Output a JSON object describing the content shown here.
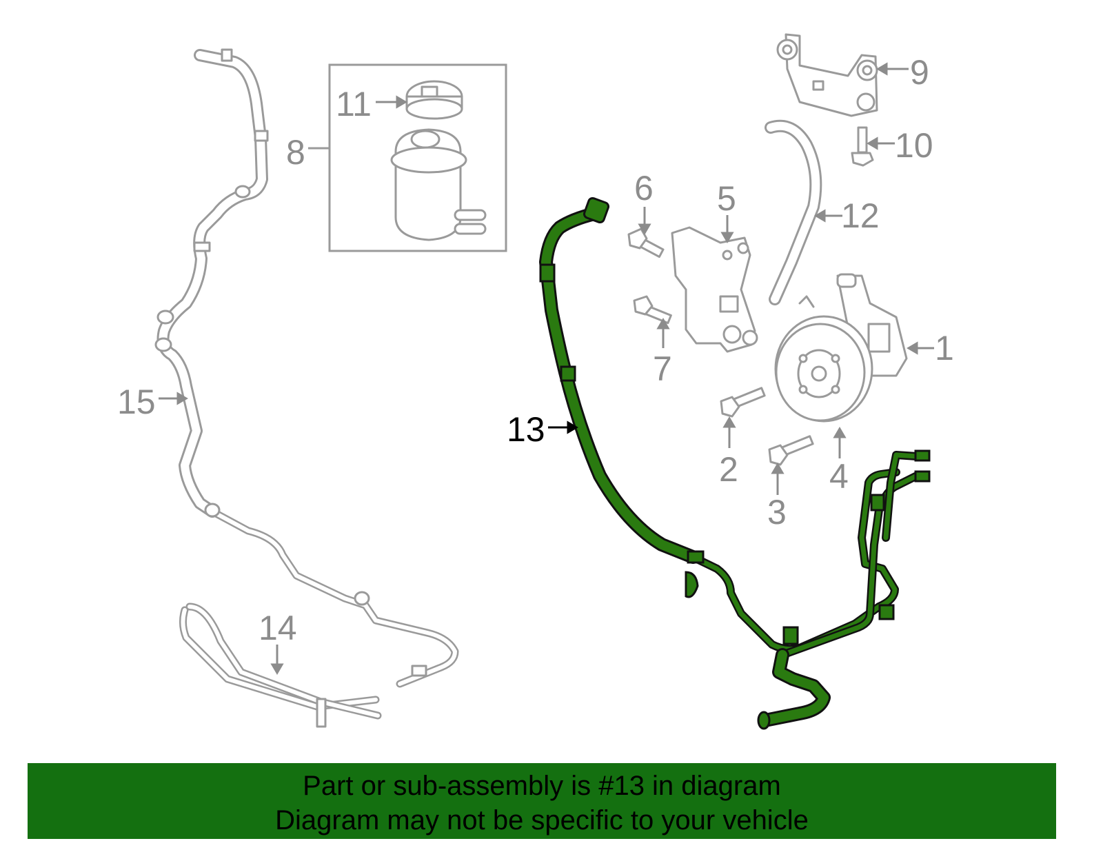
{
  "callouts": {
    "c1": "1",
    "c2": "2",
    "c3": "3",
    "c4": "4",
    "c5": "5",
    "c6": "6",
    "c7": "7",
    "c8": "8",
    "c9": "9",
    "c10": "10",
    "c11": "11",
    "c12": "12",
    "c13": "13",
    "c14": "14",
    "c15": "15"
  },
  "highlight": {
    "part_number": "13",
    "color": "#2a7a10"
  },
  "banner": {
    "line1": "Part or sub-assembly is #13 in diagram",
    "line2": "Diagram may not be specific to your vehicle",
    "background": "#147010"
  }
}
